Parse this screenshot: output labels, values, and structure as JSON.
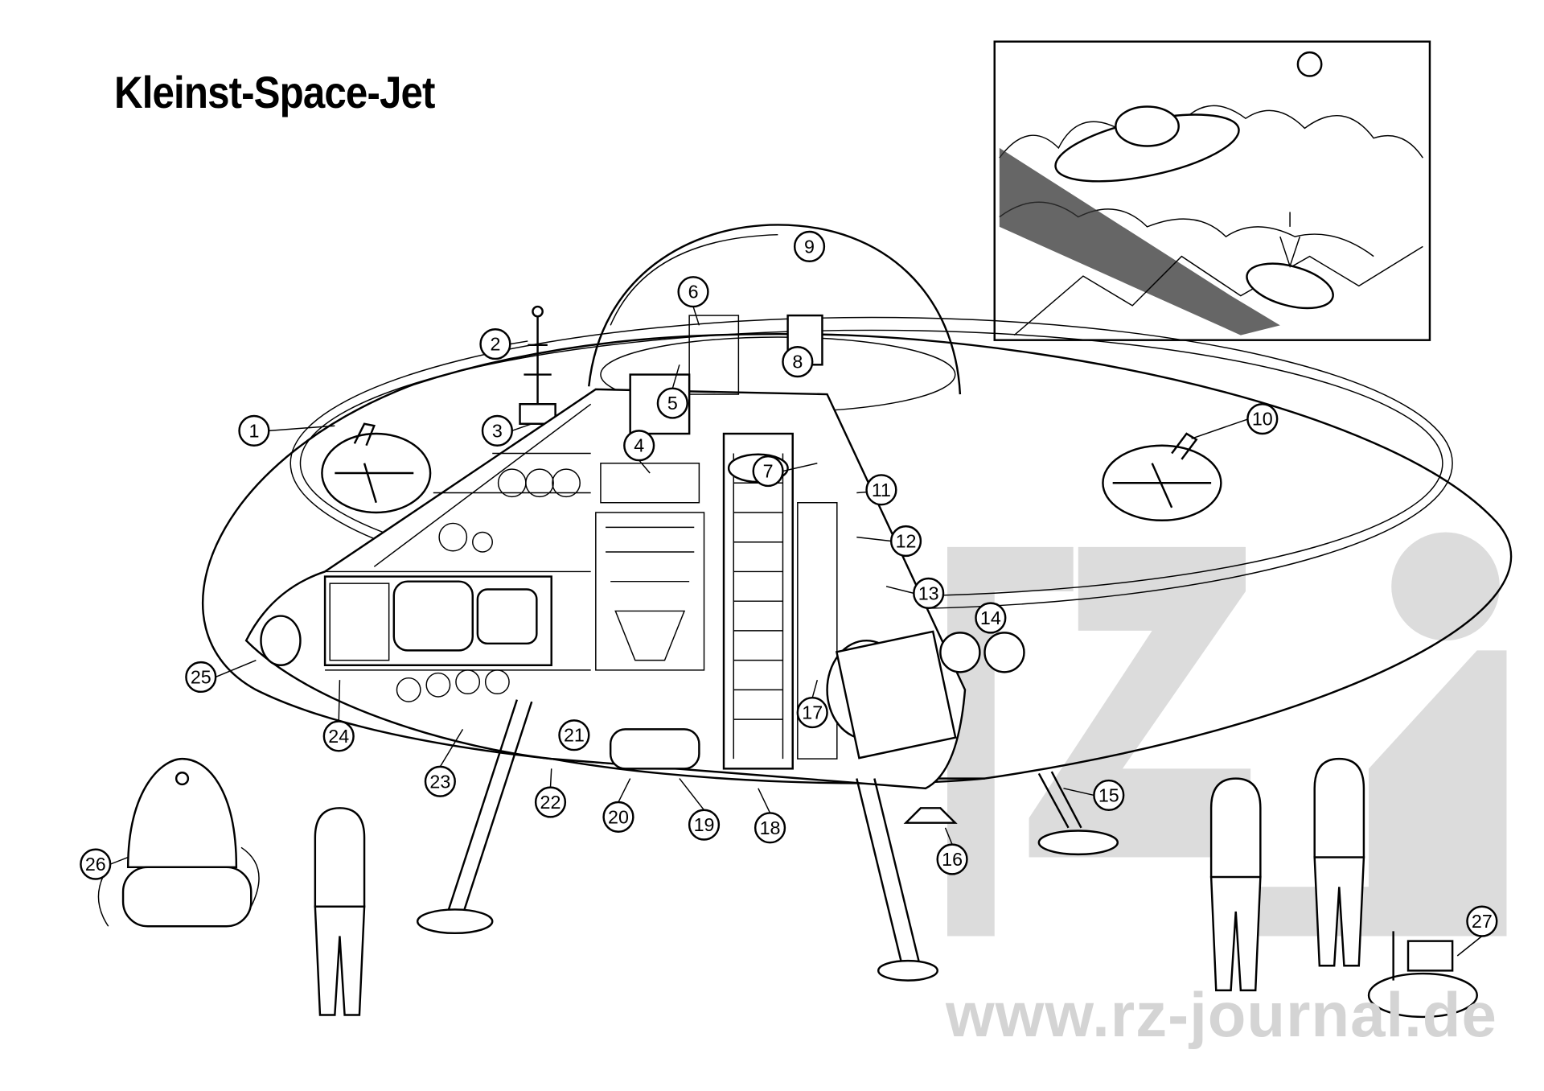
{
  "title": "Kleinst-Space-Jet",
  "watermark": {
    "logo": "rzj",
    "url": "www.rz-journal.de",
    "color": "#d4d4d4"
  },
  "callouts": [
    {
      "label": "1"
    },
    {
      "label": "2"
    },
    {
      "label": "3"
    },
    {
      "label": "4"
    },
    {
      "label": "5"
    },
    {
      "label": "6"
    },
    {
      "label": "7"
    },
    {
      "label": "8"
    },
    {
      "label": "9"
    },
    {
      "label": "10"
    },
    {
      "label": "11"
    },
    {
      "label": "12"
    },
    {
      "label": "13"
    },
    {
      "label": "14"
    },
    {
      "label": "15"
    },
    {
      "label": "16"
    },
    {
      "label": "17"
    },
    {
      "label": "18"
    },
    {
      "label": "19"
    },
    {
      "label": "20"
    },
    {
      "label": "21"
    },
    {
      "label": "22"
    },
    {
      "label": "23"
    },
    {
      "label": "24"
    },
    {
      "label": "25"
    },
    {
      "label": "26"
    },
    {
      "label": "27"
    }
  ]
}
